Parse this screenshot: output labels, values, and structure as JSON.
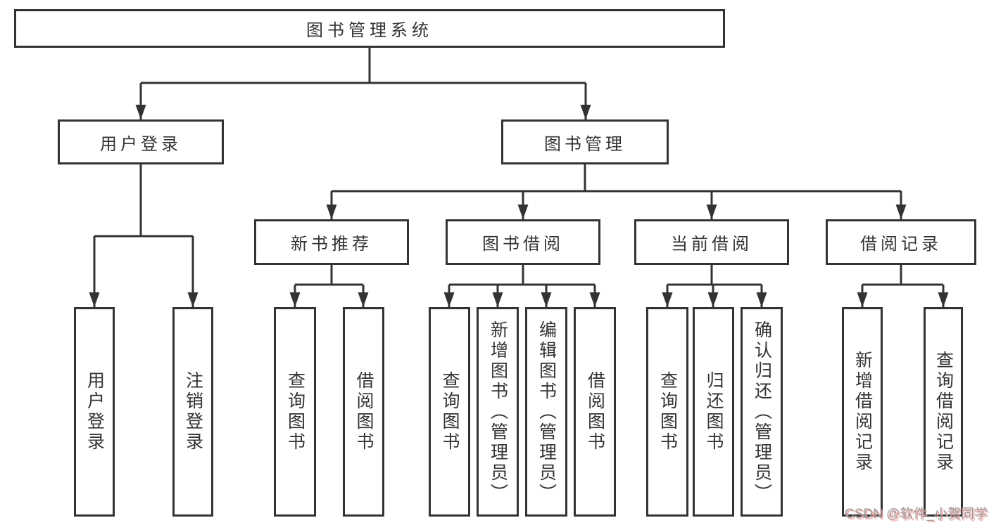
{
  "diagram": {
    "root": {
      "label": "图书管理系统"
    },
    "level2": [
      {
        "label": "用户登录"
      },
      {
        "label": "图书管理"
      }
    ],
    "level3": [
      {
        "label": "新书推荐",
        "parent": "图书管理"
      },
      {
        "label": "图书借阅",
        "parent": "图书管理"
      },
      {
        "label": "当前借阅",
        "parent": "图书管理"
      },
      {
        "label": "借阅记录",
        "parent": "图书管理"
      }
    ],
    "leaves": [
      {
        "label": "用户登录",
        "parent": "用户登录"
      },
      {
        "label": "注销登录",
        "parent": "用户登录"
      },
      {
        "label": "查询图书",
        "parent": "新书推荐"
      },
      {
        "label": "借阅图书",
        "parent": "新书推荐"
      },
      {
        "label": "查询图书",
        "parent": "图书借阅"
      },
      {
        "label": "新增图书（管理员）",
        "parent": "图书借阅"
      },
      {
        "label": "编辑图书（管理员）",
        "parent": "图书借阅"
      },
      {
        "label": "借阅图书",
        "parent": "图书借阅"
      },
      {
        "label": "查询图书",
        "parent": "当前借阅"
      },
      {
        "label": "归还图书",
        "parent": "当前借阅"
      },
      {
        "label": "确认归还（管理员）",
        "parent": "当前借阅"
      },
      {
        "label": "新增借阅记录",
        "parent": "借阅记录"
      },
      {
        "label": "查询借阅记录",
        "parent": "借阅记录"
      }
    ]
  },
  "watermark": {
    "text": "CSDN @软件_小贺同学"
  },
  "colors": {
    "line": "#333333",
    "box_border": "#333333",
    "text": "#333333",
    "background": "#ffffff",
    "watermark": "#9b9b9b",
    "watermark_shadow": "#f2a0a0"
  }
}
